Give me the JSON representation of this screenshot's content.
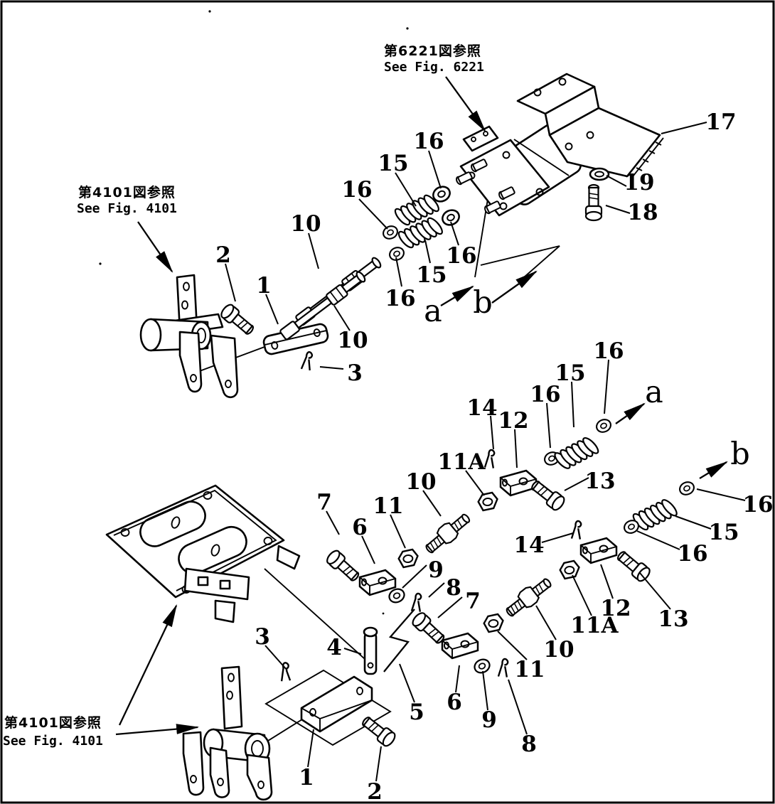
{
  "refs": [
    {
      "jp": "第6221図参照",
      "en": "See  Fig. 6221"
    },
    {
      "jp": "第4101図参照",
      "en": "See  Fig. 4101"
    },
    {
      "jp": "第4101図参照",
      "en": "See  Fig. 4101"
    }
  ],
  "callouts": [
    {
      "label": "16"
    },
    {
      "label": "15"
    },
    {
      "label": "16"
    },
    {
      "label": "16"
    },
    {
      "label": "15"
    },
    {
      "label": "16"
    },
    {
      "label": "17"
    },
    {
      "label": "19"
    },
    {
      "label": "18"
    },
    {
      "label": "a"
    },
    {
      "label": "b"
    },
    {
      "label": "2"
    },
    {
      "label": "1"
    },
    {
      "label": "10"
    },
    {
      "label": "10"
    },
    {
      "label": "3"
    },
    {
      "label": "14"
    },
    {
      "label": "12"
    },
    {
      "label": "16"
    },
    {
      "label": "15"
    },
    {
      "label": "16"
    },
    {
      "label": "a"
    },
    {
      "label": "13"
    },
    {
      "label": "b"
    },
    {
      "label": "16"
    },
    {
      "label": "15"
    },
    {
      "label": "16"
    },
    {
      "label": "7"
    },
    {
      "label": "6"
    },
    {
      "label": "11"
    },
    {
      "label": "10"
    },
    {
      "label": "11A"
    },
    {
      "label": "9"
    },
    {
      "label": "8"
    },
    {
      "label": "7"
    },
    {
      "label": "14"
    },
    {
      "label": "12"
    },
    {
      "label": "11A"
    },
    {
      "label": "10"
    },
    {
      "label": "11"
    },
    {
      "label": "13"
    },
    {
      "label": "3"
    },
    {
      "label": "4"
    },
    {
      "label": "5"
    },
    {
      "label": "6"
    },
    {
      "label": "9"
    },
    {
      "label": "8"
    },
    {
      "label": "1"
    },
    {
      "label": "2"
    }
  ],
  "colors": {
    "ink": "#000000",
    "paper": "#ffffff"
  }
}
